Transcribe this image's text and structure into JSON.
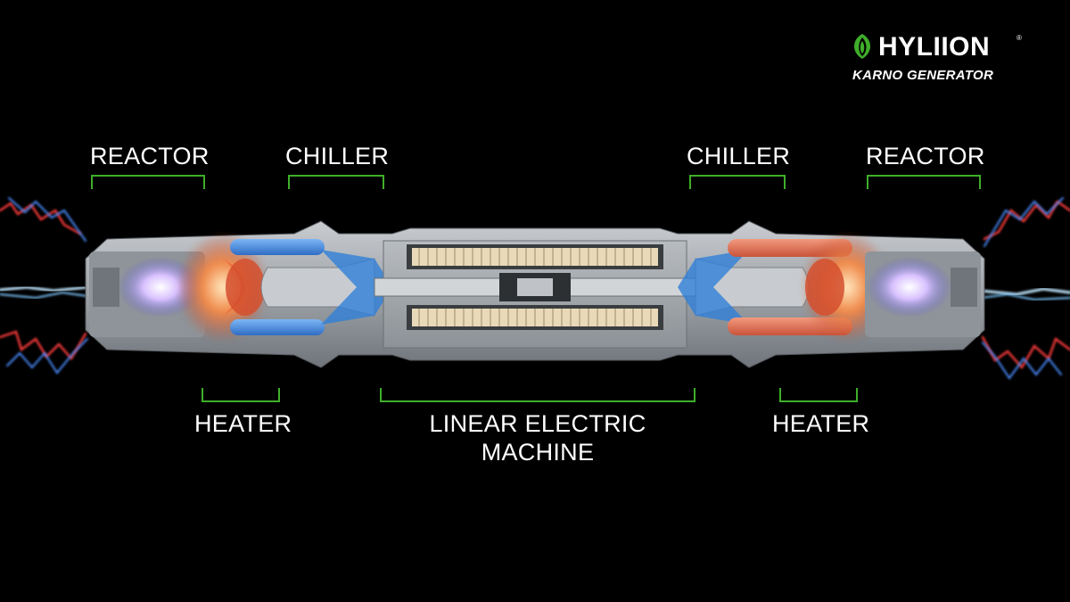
{
  "brand": {
    "name": "HYLIION",
    "product": "KARNO GENERATOR",
    "registered": "®",
    "accent_color": "#3fae2a"
  },
  "labels": {
    "reactor_left": "REACTOR",
    "chiller_left": "CHILLER",
    "chiller_right": "CHILLER",
    "reactor_right": "REACTOR",
    "heater_left": "HEATER",
    "linear_line1": "LINEAR ELECTRIC",
    "linear_line2": "MACHINE",
    "heater_right": "HEATER"
  },
  "icons": [
    "leaf-logo-icon",
    "electric-arc-icon"
  ],
  "colors": {
    "background": "#000000",
    "hot": "#e8643a",
    "cold": "#3b82d6",
    "casing": "#9aa0a6"
  }
}
